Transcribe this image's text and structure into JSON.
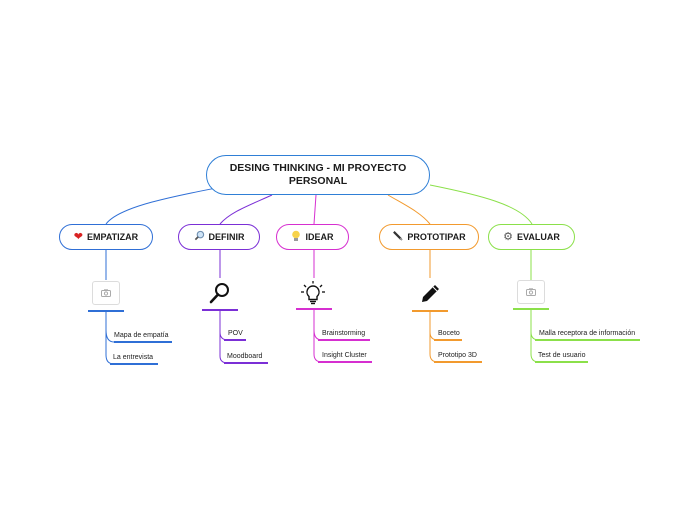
{
  "root": {
    "title": "DESING THINKING - MI PROYECTO PERSONAL"
  },
  "colors": {
    "empatizar": "#2f6fd6",
    "definir": "#7b2fd6",
    "idear": "#d62fd0",
    "prototipar": "#f29a2e",
    "evaluar": "#8be04a"
  },
  "branches": [
    {
      "label": "EMPATIZAR",
      "icon": "heart-icon",
      "image": "photo-placeholder-icon",
      "children": [
        "Mapa de empatía",
        "La entrevista"
      ]
    },
    {
      "label": "DEFINIR",
      "icon": "magnifier-icon",
      "image": "magnifier-icon",
      "children": [
        "POV",
        "Moodboard"
      ]
    },
    {
      "label": "IDEAR",
      "icon": "lightbulb-icon",
      "image": "lightbulb-icon",
      "children": [
        "Brainstorming",
        "Insight Cluster"
      ]
    },
    {
      "label": "PROTOTIPAR",
      "icon": "pen-icon",
      "image": "pen-icon",
      "children": [
        "Boceto",
        "Prototipo 3D"
      ]
    },
    {
      "label": "EVALUAR",
      "icon": "gear-icon",
      "image": "photo-placeholder-icon",
      "children": [
        "Malla receptora de información",
        "Test de usuario"
      ]
    }
  ]
}
